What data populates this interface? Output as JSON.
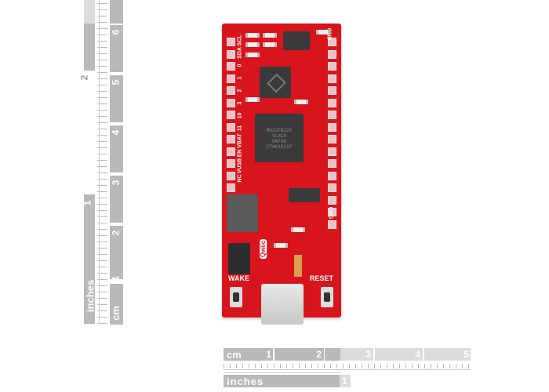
{
  "vertical_ruler": {
    "inches_label": "inches",
    "inch_ticks": [
      "1",
      "2"
    ],
    "cm_label": "cm",
    "cm_ticks": [
      "1",
      "2",
      "3",
      "4",
      "5",
      "6"
    ]
  },
  "horizontal_ruler": {
    "cm_label": "cm",
    "cm_ticks": [
      "1",
      "2",
      "3",
      "4",
      "5"
    ],
    "inches_label": "inches",
    "inch_ticks": [
      "1"
    ]
  },
  "board": {
    "main_chip": [
      "MK22FN128",
      "VLH10",
      "0N74K",
      "CTAK1821P"
    ],
    "left_pins": [
      "SCL",
      "SDA",
      "0",
      "1",
      "2",
      "3",
      "10",
      "11",
      "VBAT",
      "EN",
      "VUSB",
      "NC"
    ],
    "button_wake": "WAKE",
    "button_reset": "RESET",
    "qwiic": "Qwiic",
    "right_labels": [
      "GND",
      "CHG"
    ]
  },
  "colors": {
    "board": "#d8151c",
    "ruler": "#b9b9b9"
  }
}
